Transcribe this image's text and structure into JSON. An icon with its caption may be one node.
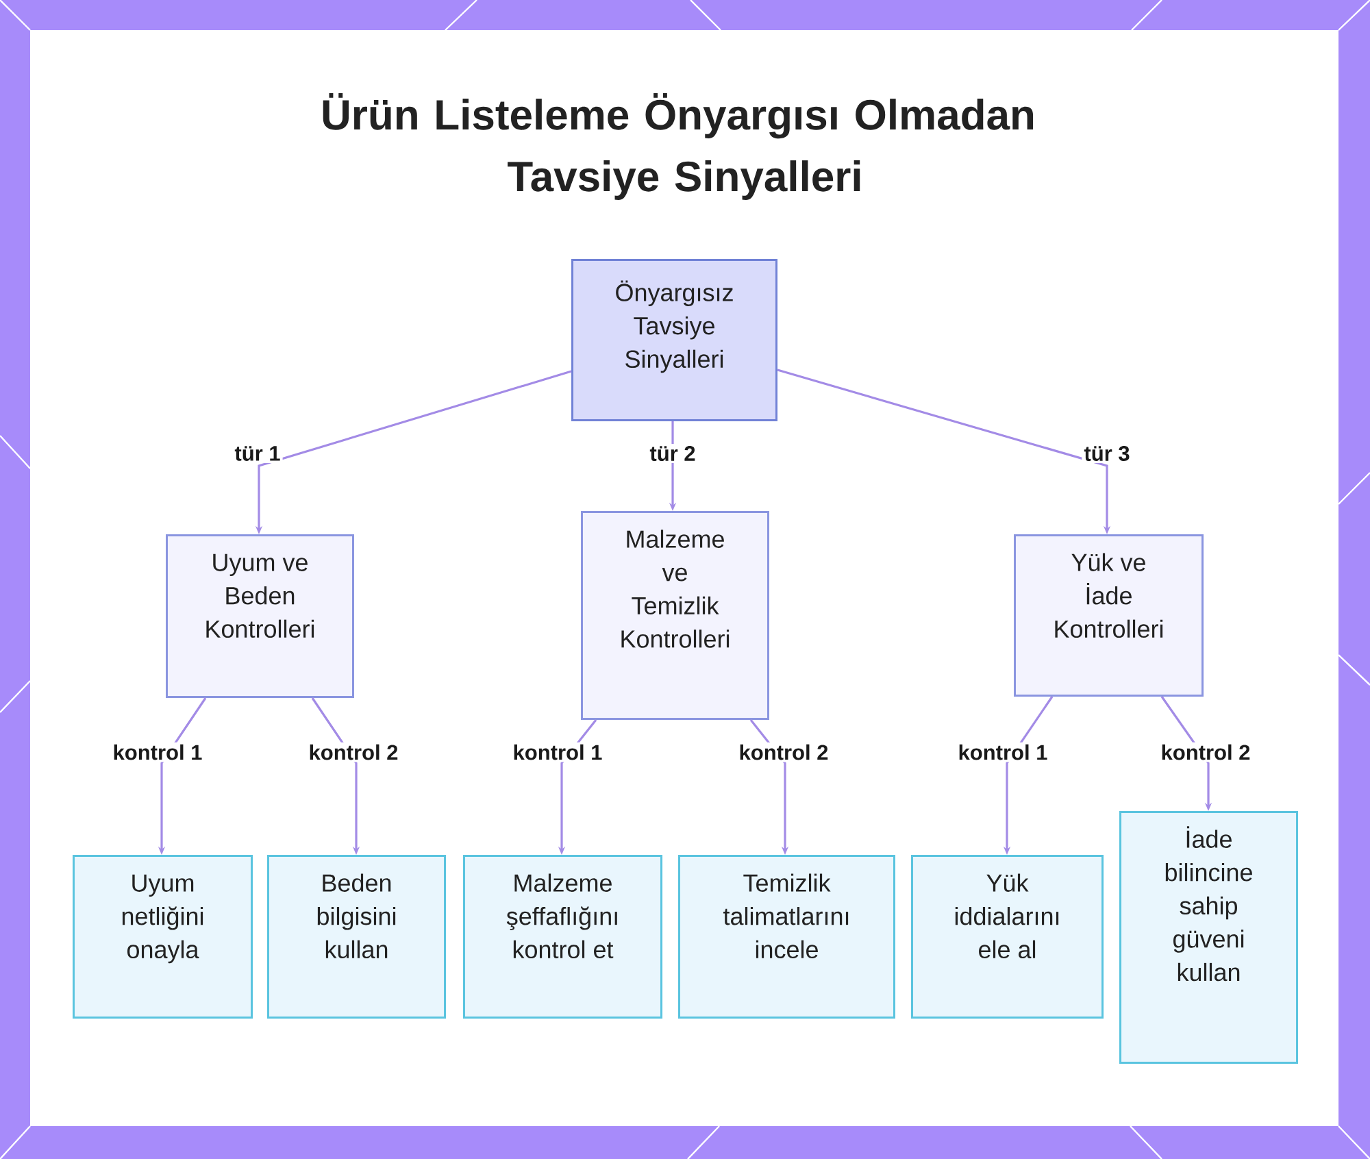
{
  "diagram": {
    "title": "Ürün Listeleme Önyargısı Olmadan Tavsiye Sinyalleri",
    "nodes": [
      {
        "text": [
          "Önyargısız Tavsiye Sinyalleri"
        ]
      },
      {
        "text": [
          "Uyum ve Beden Kontrolleri"
        ]
      },
      {
        "text": [
          "Malzeme ve Temizlik Kontrolleri"
        ]
      },
      {
        "text": [
          "Yük ve İade Kontrolleri"
        ]
      },
      {
        "text": [
          "Uyum netliğini onayla"
        ]
      },
      {
        "text": [
          "Beden bilgisini kullan"
        ]
      },
      {
        "text": [
          "Malzeme şeffaflığını kontrol et"
        ]
      },
      {
        "text": [
          "Temizlik talimatlarını incele"
        ]
      },
      {
        "text": [
          "Yük iddialarını ele al"
        ]
      },
      {
        "text": [
          "İade bilincine sahip güveni kullan"
        ]
      }
    ],
    "edges": [
      {
        "from": 0,
        "to": 1,
        "arrow": "to",
        "label": "tür 1"
      },
      {
        "from": 0,
        "to": 2,
        "arrow": "to",
        "label": "tür 2"
      },
      {
        "from": 0,
        "to": 3,
        "arrow": "to",
        "label": "tür 3"
      },
      {
        "from": 1,
        "to": 4,
        "arrow": "to",
        "label": "kontrol 1"
      },
      {
        "from": 1,
        "to": 5,
        "arrow": "to",
        "label": "kontrol 2"
      },
      {
        "from": 2,
        "to": 6,
        "arrow": "to",
        "label": "kontrol 1"
      },
      {
        "from": 2,
        "to": 7,
        "arrow": "to",
        "label": "kontrol 2"
      },
      {
        "from": 3,
        "to": 8,
        "arrow": "to",
        "label": "kontrol 1"
      },
      {
        "from": 3,
        "to": 9,
        "arrow": "to",
        "label": "kontrol 2"
      }
    ]
  }
}
